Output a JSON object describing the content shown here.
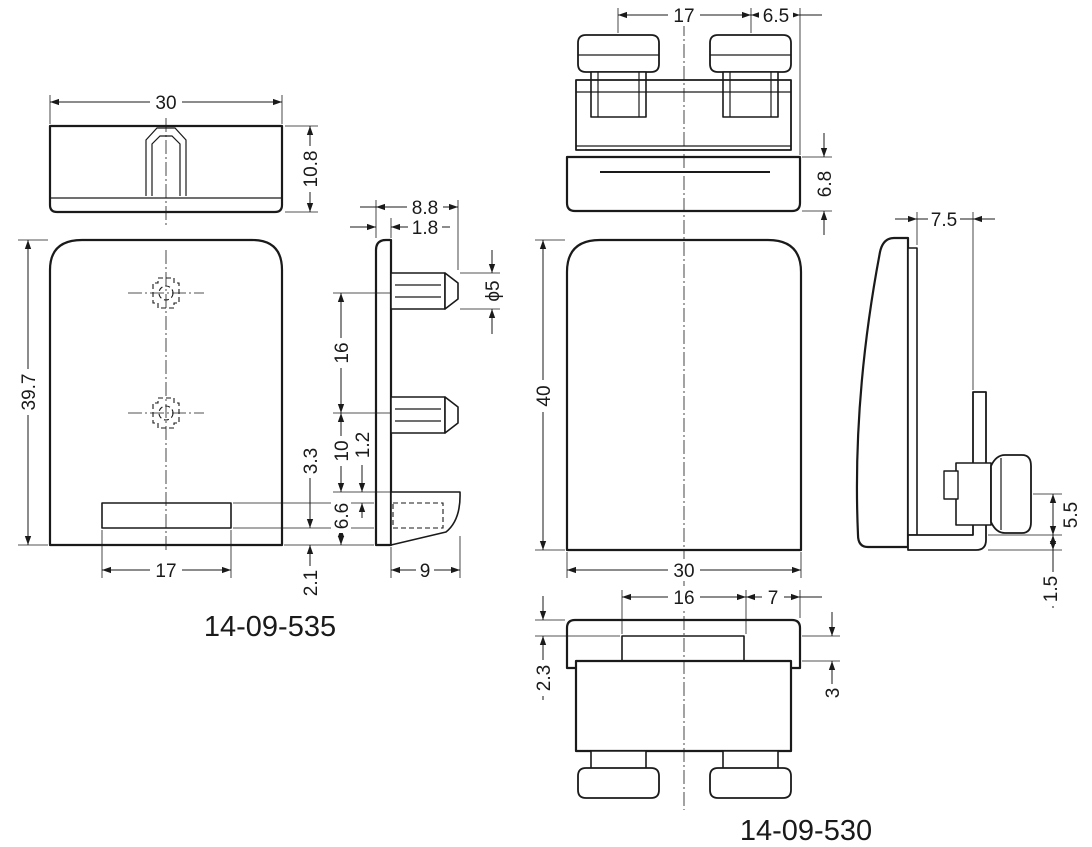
{
  "dimensions": {
    "left_top_width": "30",
    "left_top_height": "10.8",
    "left_front_height": "39.7",
    "left_slot_width": "17",
    "left_bottom_offset": "2.1",
    "left_slot_gap": "3.3",
    "left_slot_height": "6.6",
    "side_depth": "8.8",
    "side_plate": "1.8",
    "side_pin_dia": "ϕ5",
    "side_pin_pitch": "16",
    "side_pin_offset": "10",
    "side_lip": "1.2",
    "side_foot": "9",
    "right_pitch": "17",
    "right_edge": "6.5",
    "right_cap_height": "6.8",
    "right_front_height": "40",
    "right_front_width": "30",
    "right_side_depth": "7.5",
    "right_side_boss": "5.5",
    "right_side_base": "1.5",
    "right_bottom_pitch": "16",
    "right_bottom_edge": "7",
    "right_bottom_lip": "2.3",
    "right_bottom_step": "3"
  },
  "labels": {
    "model_left": "14-09-535",
    "model_right": "14-09-530"
  }
}
